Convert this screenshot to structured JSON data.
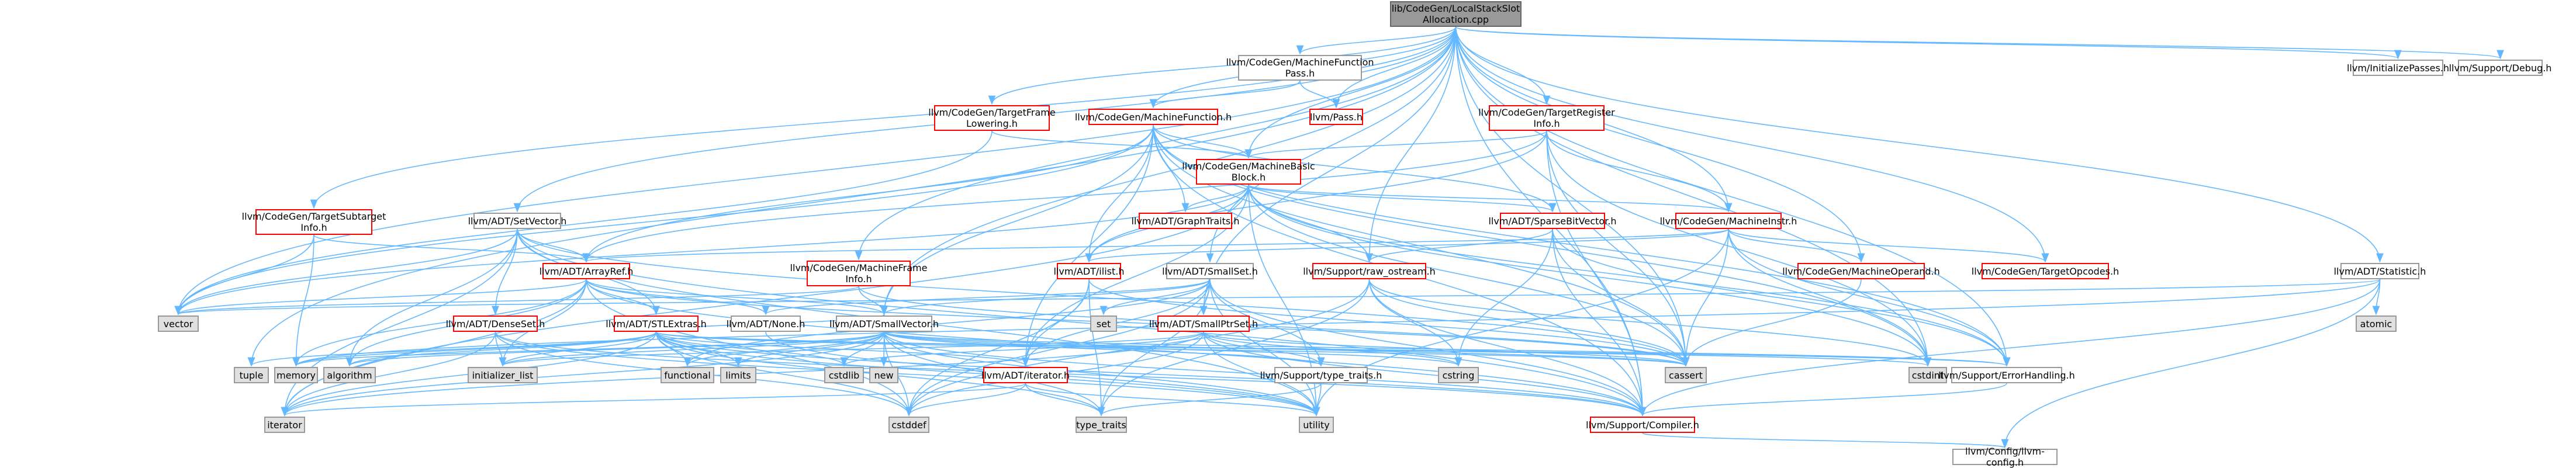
{
  "graph": {
    "root": "lib/CodeGen/LocalStackSlotAllocation.cpp",
    "nodes": {
      "root": "lib/CodeGen/LocalStackSlot\nAllocation.cpp",
      "mfpass": "llvm/CodeGen/MachineFunction\nPass.h",
      "initpasses": "llvm/InitializePasses.h",
      "debug": "llvm/Support/Debug.h",
      "tfl": "llvm/CodeGen/TargetFrame\nLowering.h",
      "mf": "llvm/CodeGen/MachineFunction.h",
      "pass": "llvm/Pass.h",
      "tri": "llvm/CodeGen/TargetRegister\nInfo.h",
      "mbb": "llvm/CodeGen/MachineBasic\nBlock.h",
      "tsi": "llvm/CodeGen/TargetSubtarget\nInfo.h",
      "setvector": "llvm/ADT/SetVector.h",
      "graphtraits": "llvm/ADT/GraphTraits.h",
      "sparsebv": "llvm/ADT/SparseBitVector.h",
      "mi": "llvm/CodeGen/MachineInstr.h",
      "arrayref": "llvm/ADT/ArrayRef.h",
      "mfi": "llvm/CodeGen/MachineFrame\nInfo.h",
      "ilist": "llvm/ADT/ilist.h",
      "smallset": "llvm/ADT/SmallSet.h",
      "rawostream": "llvm/Support/raw_ostream.h",
      "mop": "llvm/CodeGen/MachineOperand.h",
      "targetopcodes": "llvm/CodeGen/TargetOpcodes.h",
      "statistic": "llvm/ADT/Statistic.h",
      "densset": "llvm/ADT/DenseSet.h",
      "stlextras": "llvm/ADT/STLExtras.h",
      "none": "llvm/ADT/None.h",
      "smallvector": "llvm/ADT/SmallVector.h",
      "smallptrset": "llvm/ADT/SmallPtrSet.h",
      "set": "set",
      "vector": "vector",
      "atomic": "atomic",
      "tuple": "tuple",
      "memory": "memory",
      "algorithm": "algorithm",
      "initlist": "initializer_list",
      "functional": "functional",
      "limits": "limits",
      "cstdlib": "cstdlib",
      "new": "new",
      "iteratorh": "llvm/ADT/iterator.h",
      "typetraitsh": "llvm/Support/type_traits.h",
      "cstring": "cstring",
      "cassert": "cassert",
      "cstdint": "cstdint",
      "errorhandling": "llvm/Support/ErrorHandling.h",
      "iterator": "iterator",
      "cstddef": "cstddef",
      "typetraits": "type_traits",
      "utility": "utility",
      "compiler": "llvm/Support/Compiler.h",
      "llvmconfig": "llvm/Config/llvm-config.h"
    }
  },
  "legend_colors": {
    "root_fill": "#999999",
    "documented_border": "#999999",
    "undocumented_border": "#ff0000",
    "system_header_fill": "#e0e0e0",
    "edge": "#63b8ff"
  }
}
